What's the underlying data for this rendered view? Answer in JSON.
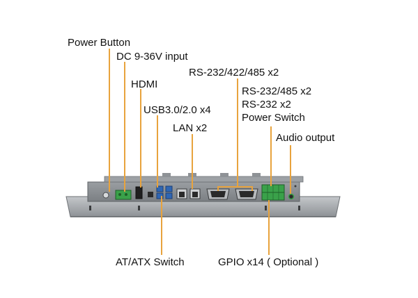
{
  "labels": {
    "power_button": "Power Button",
    "dc_input": "DC 9-36V input",
    "hdmi": "HDMI",
    "usb": "USB3.0/2.0 x4",
    "lan": "LAN x2",
    "rs_main": "RS-232/422/485 x2",
    "rs_485": "RS-232/485 x2",
    "rs_232": "RS-232 x2",
    "power_switch": "Power Switch",
    "audio_output": "Audio output",
    "at_atx": "AT/ATX Switch",
    "gpio": "GPIO x14 ( Optional )"
  },
  "colors": {
    "leader_line": "#e8a33d",
    "chassis": "#a8acb0",
    "chassis_dark": "#6d7175",
    "port_blue": "#2f66b3",
    "terminal_green": "#3aa14a"
  }
}
